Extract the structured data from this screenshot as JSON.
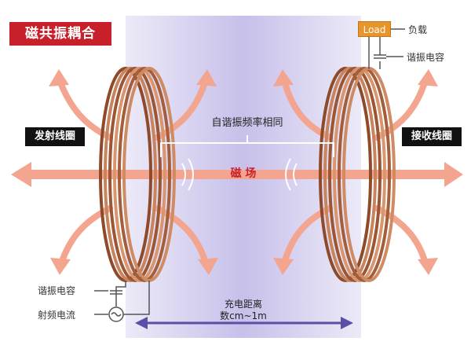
{
  "title": "磁共振耦合",
  "labels": {
    "transmit_coil": "发射线圈",
    "receive_coil": "接收线圈",
    "same_frequency": "自谐振频率相同",
    "magnetic_field": "磁 场",
    "load": "Load",
    "load_note": "负载",
    "capacitor_rx": "谐振电容",
    "capacitor_tx": "谐振电容",
    "rf_current": "射频电流",
    "distance_title": "充电距离",
    "distance_range": "数cm~1m"
  },
  "colors": {
    "title_bg": "#c8202a",
    "arrow": "#f3a58f",
    "field_region": "#c9c2e8",
    "coil_copper": "#b8734e",
    "distance_arrow": "#5a4fa6",
    "load_bg": "#e8962b"
  }
}
